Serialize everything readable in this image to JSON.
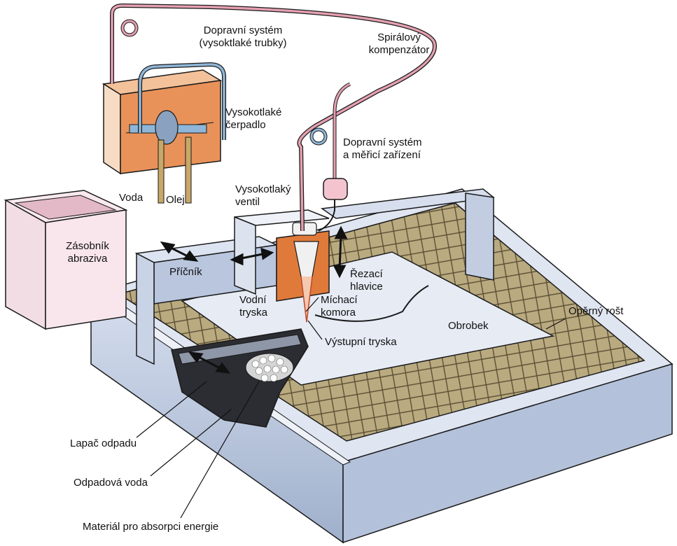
{
  "diagram": {
    "labels": {
      "dopravni_system_1": "Dopravní systém",
      "dopravni_system_2": "(vysoktlaké trubky)",
      "spiralovy_1": "Spirálový",
      "spiralovy_2": "kompenzátor",
      "cerpadlo_1": "Vysokotlaké",
      "cerpadlo_2": "čerpadlo",
      "dopravni_mer_1": "Dopravní systém",
      "dopravni_mer_2": "a měřicí zařízení",
      "voda": "Voda",
      "olej": "Olej",
      "ventil_1": "Vysokotlaký",
      "ventil_2": "ventil",
      "zasobnik_1": "Zásobník",
      "zasobnik_2": "abraziva",
      "pricnik": "Příčník",
      "rezaci_1": "Řezací",
      "rezaci_2": "hlavice",
      "vodni_1": "Vodní",
      "vodni_2": "tryska",
      "michaci_1": "Míchací",
      "michaci_2": "komora",
      "obrobek": "Obrobek",
      "operny_rost": "Opěrný rošt",
      "vystupni_tryska": "Výstupní tryska",
      "lapac_odpadu": "Lapač odpadu",
      "odpadova_voda": "Odpadová voda",
      "material": "Materiál pro absorpci energie"
    },
    "colors": {
      "machine_body": "#c9d3e6",
      "machine_shade": "#9fb0cc",
      "pump_block": "#e8925a",
      "hopper": "#f4dde6",
      "grate": "#b7a67a",
      "water_pipe": "#8fb6d8",
      "abrasive_pipe": "#e4a0b0",
      "outline": "#1a1a1a"
    }
  }
}
